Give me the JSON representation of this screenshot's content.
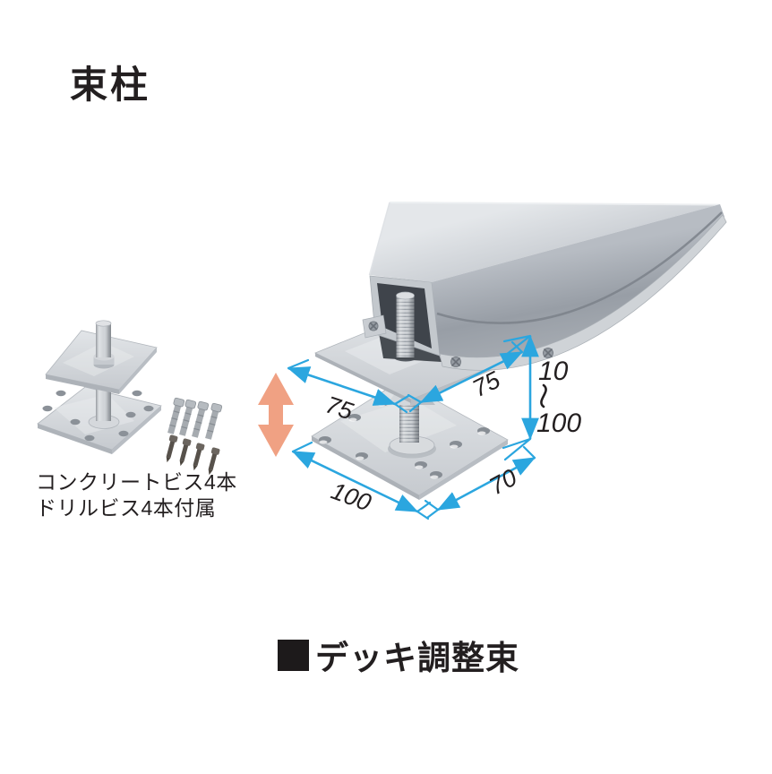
{
  "header": {
    "title": "束柱"
  },
  "kit": {
    "note_line1": "コンクリートビス4本",
    "note_line2": "ドリルビス4本付属",
    "contents": {
      "top_plate": "upper square plate",
      "base_plate": "lower base plate with screw holes",
      "rod": "support rod",
      "concrete_screws_count": "4",
      "drill_screws_count": "4"
    }
  },
  "diagram": {
    "product": "デッキ調整束",
    "dimensions": {
      "top_plate_width": "75",
      "top_plate_depth": "75",
      "base_plate_length": "100",
      "base_plate_width": "70",
      "height_min": "10",
      "height_max": "100",
      "height_range": "10〜100"
    },
    "colors": {
      "dimension_line": "#2ba6df",
      "height_arrow": "#f0a183",
      "text": "#231f20",
      "metal_light": "#dde0e3",
      "metal_dark": "#9aa0a8"
    }
  },
  "caption": {
    "bullet": "■",
    "text": "デッキ調整束"
  }
}
